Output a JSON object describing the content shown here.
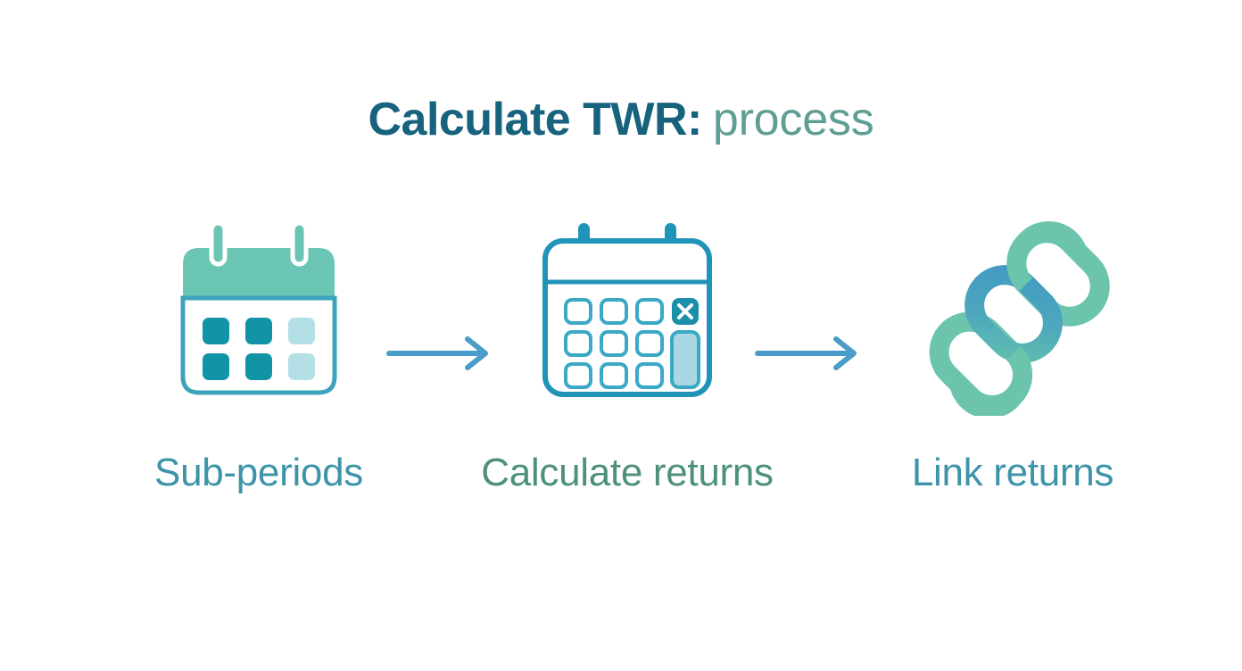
{
  "slide": {
    "background_color": "#ffffff",
    "title": {
      "strong_text": "Calculate TWR:",
      "strong_color": "#17627d",
      "light_text": "process",
      "light_color": "#5e9e95"
    },
    "steps": [
      {
        "id": "sub-periods",
        "label": "Sub-periods",
        "label_color": "#3d94a8",
        "icon": "calendar-icon",
        "icon_colors": {
          "header_band": "#6bc5b4",
          "body_fill": "#ffffff",
          "body_stroke": "#3ba3bb",
          "ring_stroke": "#ffffff",
          "cell_dark": "#1094a6",
          "cell_light": "#b3dfe6"
        },
        "cells": [
          "dark",
          "dark",
          "light",
          "dark",
          "dark",
          "light"
        ]
      },
      {
        "id": "calculate-returns",
        "label": "Calculate returns",
        "label_color": "#4d9179",
        "icon": "calculator-icon",
        "icon_colors": {
          "stroke": "#2093b8",
          "key_fill": "#ffffff",
          "key_stroke": "#3ba9c6",
          "multiply_key_fill": "#1b8fa8",
          "multiply_key_glyph": "#ffffff",
          "tall_key_fill": "#a9d8e4"
        },
        "keys": {
          "grid_rows": 3,
          "grid_cols": 3,
          "multiply_symbol": "×",
          "has_tall_key": true
        }
      },
      {
        "id": "link-returns",
        "label": "Link returns",
        "label_color": "#3d94a8",
        "icon": "chain-link-icon",
        "icon_colors": {
          "outer_link": "#6cc4ad",
          "center_link_start": "#4398c4",
          "center_link_end": "#62bfae"
        },
        "link_count": 3
      }
    ],
    "arrows": [
      {
        "id": "arrow-1",
        "from": "sub-periods",
        "to": "calculate-returns",
        "color": "#4a9cc9"
      },
      {
        "id": "arrow-2",
        "from": "calculate-returns",
        "to": "link-returns",
        "color": "#4a9cc9"
      }
    ]
  }
}
